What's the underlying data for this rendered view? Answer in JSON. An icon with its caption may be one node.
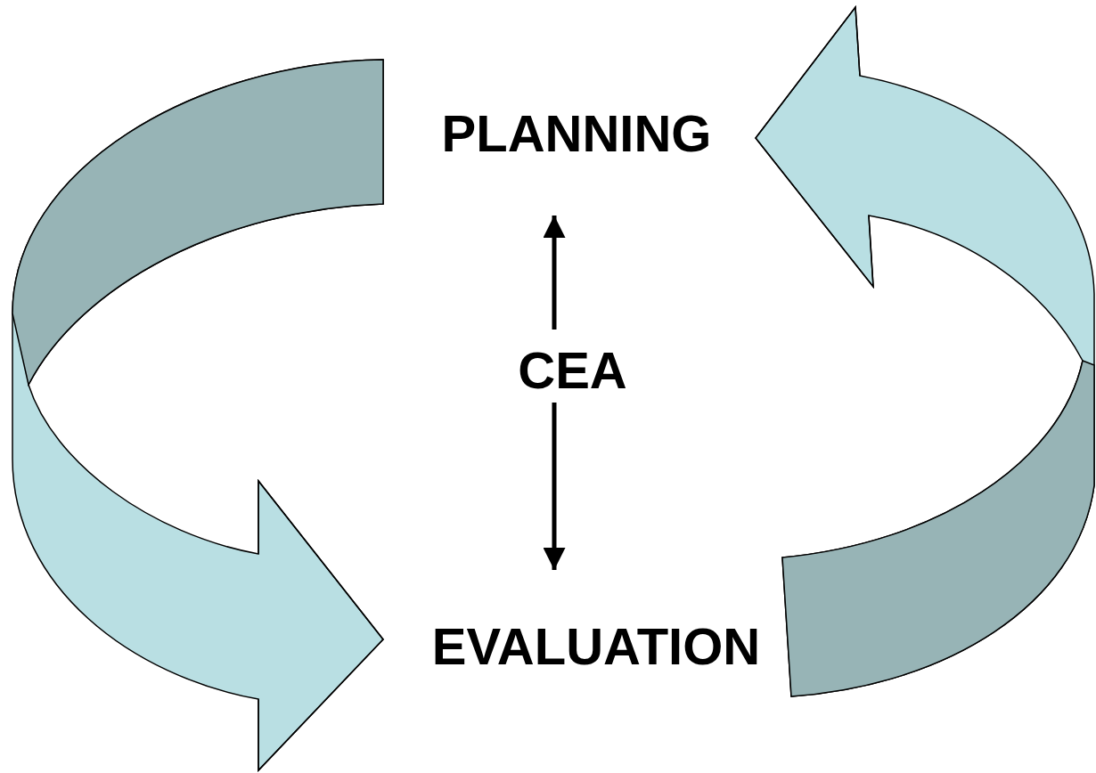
{
  "diagram": {
    "nodes": [
      {
        "text": [
          "PLANNING"
        ]
      },
      {
        "text": [
          "CEA"
        ]
      },
      {
        "text": [
          "EVALUATION"
        ]
      }
    ],
    "edges": [
      {
        "from": 1,
        "to": 0,
        "arrow": "to"
      },
      {
        "from": 1,
        "to": 2,
        "arrow": "to"
      },
      {
        "from": 0,
        "to": 2,
        "arrow": "to"
      },
      {
        "from": 2,
        "to": 0,
        "arrow": "to"
      }
    ]
  }
}
